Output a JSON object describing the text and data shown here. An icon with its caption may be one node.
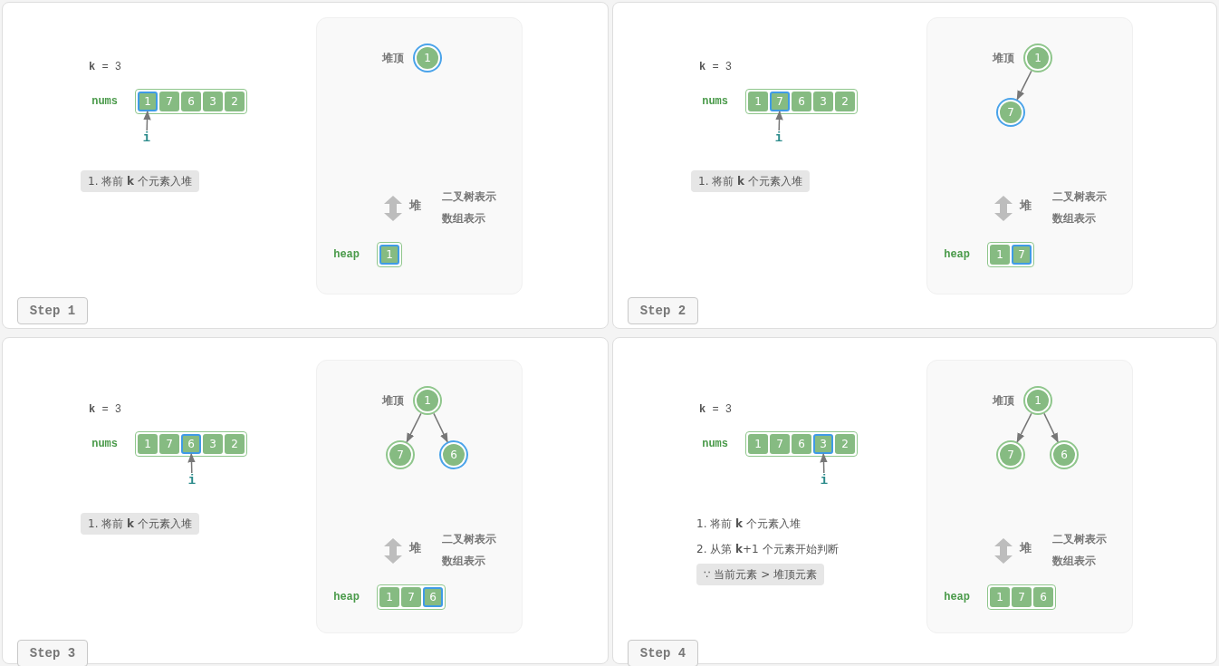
{
  "diagram": {
    "nodes": [
      {
        "text": [],
        "shape": "box"
      },
      {
        "text": [],
        "shape": "box",
        "in": 0,
        "beside": [
          "nums"
        ]
      },
      {
        "text": [
          "1"
        ],
        "in": 1
      },
      {
        "text": [
          "7"
        ],
        "in": 1
      },
      {
        "text": [
          "6"
        ],
        "in": 1
      },
      {
        "text": [
          "3"
        ],
        "in": 1
      },
      {
        "text": [
          "2"
        ],
        "in": 1
      },
      {
        "text": [
          "i"
        ],
        "in": 0
      },
      {
        "text": [
          "1. 将前 **k** 个元素入堆"
        ],
        "in": 0
      },
      {
        "text": [],
        "shape": "box",
        "in": 0
      },
      {
        "text": [
          "1"
        ],
        "in": 9,
        "beside": [
          "堆顶"
        ]
      },
      {
        "text": [],
        "shape": "box",
        "in": 9,
        "beside": [
          "heap"
        ]
      },
      {
        "text": [
          "1"
        ],
        "in": 11
      },
      {
        "text": [
          "Step 1"
        ],
        "in": 0
      },
      {
        "text": [],
        "shape": "box"
      },
      {
        "text": [],
        "shape": "box",
        "in": 14,
        "beside": [
          "nums"
        ]
      },
      {
        "text": [
          "1"
        ],
        "in": 15
      },
      {
        "text": [
          "7"
        ],
        "in": 15
      },
      {
        "text": [
          "6"
        ],
        "in": 15
      },
      {
        "text": [
          "3"
        ],
        "in": 15
      },
      {
        "text": [
          "2"
        ],
        "in": 15
      },
      {
        "text": [
          "i"
        ],
        "in": 14
      },
      {
        "text": [
          "1. 将前 **k** 个元素入堆"
        ],
        "in": 14
      },
      {
        "text": [],
        "shape": "box",
        "in": 14
      },
      {
        "text": [
          "1"
        ],
        "in": 23,
        "beside": [
          "堆顶"
        ]
      },
      {
        "text": [
          "7"
        ],
        "in": 23
      },
      {
        "text": [],
        "shape": "box",
        "in": 23,
        "beside": [
          "heap"
        ]
      },
      {
        "text": [
          "1"
        ],
        "in": 26
      },
      {
        "text": [
          "7"
        ],
        "in": 26
      },
      {
        "text": [
          "Step 2"
        ],
        "in": 14
      },
      {
        "text": [],
        "shape": "box"
      },
      {
        "text": [],
        "shape": "box",
        "in": 30,
        "beside": [
          "nums"
        ]
      },
      {
        "text": [
          "1"
        ],
        "in": 31
      },
      {
        "text": [
          "7"
        ],
        "in": 31
      },
      {
        "text": [
          "6"
        ],
        "in": 31
      },
      {
        "text": [
          "3"
        ],
        "in": 31
      },
      {
        "text": [
          "2"
        ],
        "in": 31
      },
      {
        "text": [
          "i"
        ],
        "in": 30
      },
      {
        "text": [
          "1. 将前 **k** 个元素入堆"
        ],
        "in": 30
      },
      {
        "text": [],
        "shape": "box",
        "in": 30
      },
      {
        "text": [
          "1"
        ],
        "in": 39,
        "beside": [
          "堆顶"
        ]
      },
      {
        "text": [
          "7"
        ],
        "in": 39
      },
      {
        "text": [
          "6"
        ],
        "in": 39
      },
      {
        "text": [],
        "shape": "box",
        "in": 39,
        "beside": [
          "heap"
        ]
      },
      {
        "text": [
          "1"
        ],
        "in": 43
      },
      {
        "text": [
          "7"
        ],
        "in": 43
      },
      {
        "text": [
          "6"
        ],
        "in": 43
      },
      {
        "text": [
          "Step 3"
        ],
        "in": 30
      },
      {
        "text": [],
        "shape": "box"
      },
      {
        "text": [],
        "shape": "box",
        "in": 48,
        "beside": [
          "nums"
        ]
      },
      {
        "text": [
          "1"
        ],
        "in": 49
      },
      {
        "text": [
          "7"
        ],
        "in": 49
      },
      {
        "text": [
          "6"
        ],
        "in": 49
      },
      {
        "text": [
          "3"
        ],
        "in": 49
      },
      {
        "text": [
          "2"
        ],
        "in": 49
      },
      {
        "text": [
          "i"
        ],
        "in": 48
      },
      {
        "text": [
          "∵ 当前元素 > 堆顶元素"
        ],
        "in": 48
      },
      {
        "text": [],
        "shape": "box",
        "in": 48
      },
      {
        "text": [
          "1"
        ],
        "in": 57,
        "beside": [
          "堆顶"
        ]
      },
      {
        "text": [
          "7"
        ],
        "in": 57
      },
      {
        "text": [
          "6"
        ],
        "in": 57
      },
      {
        "text": [],
        "shape": "box",
        "in": 57,
        "beside": [
          "heap"
        ]
      },
      {
        "text": [
          "1"
        ],
        "in": 61
      },
      {
        "text": [
          "7"
        ],
        "in": 61
      },
      {
        "text": [
          "6"
        ],
        "in": 61
      },
      {
        "text": [
          "Step 4"
        ],
        "in": 48
      }
    ],
    "edges": [
      {
        "from": 7,
        "to": 2,
        "arrow": "to"
      },
      {
        "from": 21,
        "to": 17,
        "arrow": "to"
      },
      {
        "from": 24,
        "to": 25,
        "arrow": "to"
      },
      {
        "from": 37,
        "to": 34,
        "arrow": "to"
      },
      {
        "from": 40,
        "to": 41,
        "arrow": "to"
      },
      {
        "from": 40,
        "to": 42,
        "arrow": "to"
      },
      {
        "from": 55,
        "to": 53,
        "arrow": "to"
      },
      {
        "from": 58,
        "to": 59,
        "arrow": "to"
      },
      {
        "from": 58,
        "to": 60,
        "arrow": "to"
      }
    ],
    "labels": [
      "**k** = 3",
      "堆",
      "二叉树表示",
      "数组表示",
      "**k** = 3",
      "堆",
      "二叉树表示",
      "数组表示",
      "**k** = 3",
      "堆",
      "二叉树表示",
      "数组表示",
      "**k** = 3",
      "1. 将前 **k** 个元素入堆",
      "2. 从第 **k**+1 个元素开始判断",
      "堆",
      "二叉树表示",
      "数组表示"
    ]
  }
}
